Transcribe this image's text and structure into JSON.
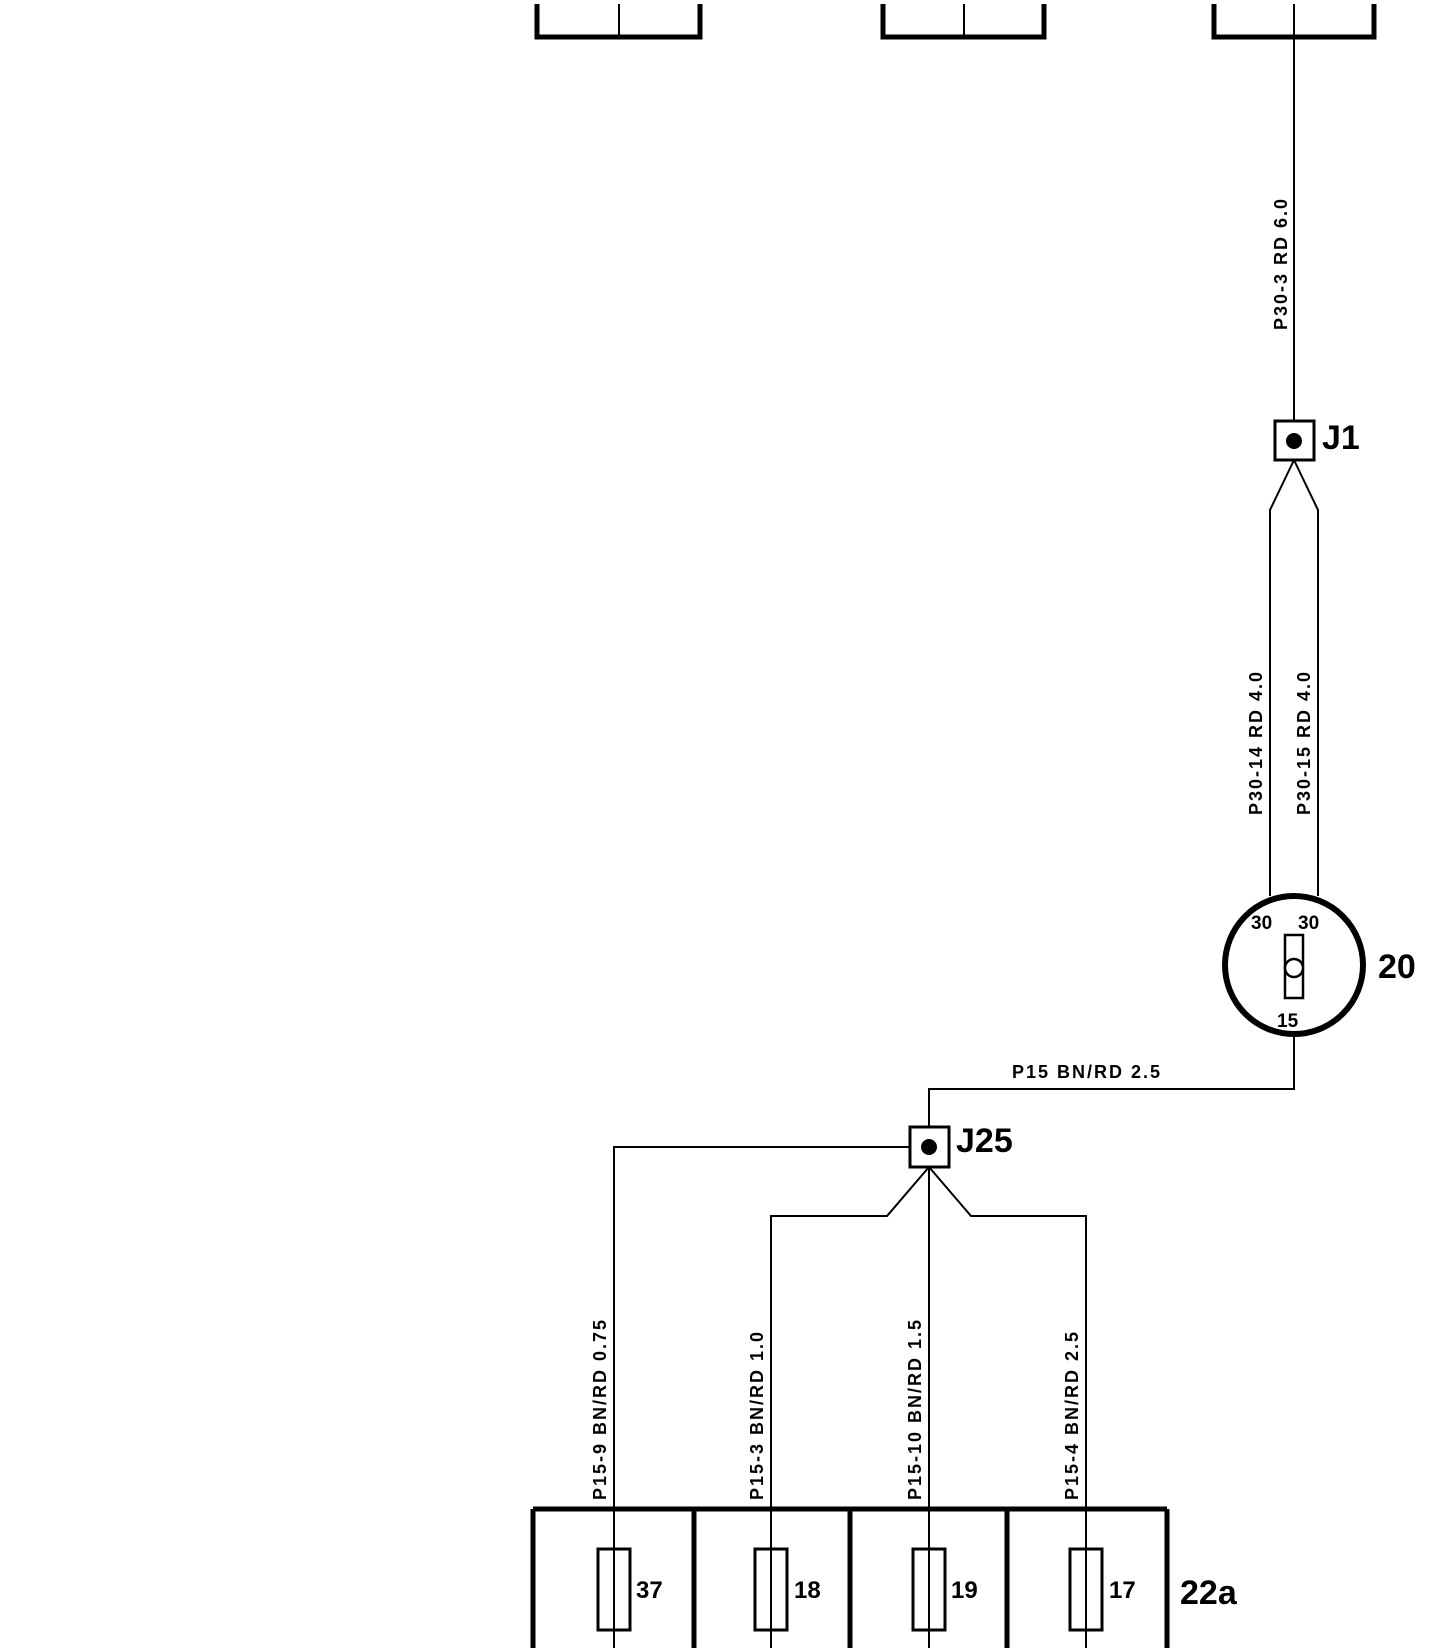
{
  "colors": {
    "line": "#000000",
    "background": "#ffffff"
  },
  "junctions": {
    "j1": "J1",
    "j25": "J25"
  },
  "components": {
    "ignition_switch": {
      "id": "20",
      "pin_30a": "30",
      "pin_30b": "30",
      "pin_15": "15",
      "icon": "key-icon"
    },
    "fuse_box": {
      "id": "22a",
      "fuses": [
        "37",
        "18",
        "19",
        "17"
      ]
    }
  },
  "wires": {
    "p30_3": "P30-3   RD  6.0",
    "p30_14": "P30-14   RD  4.0",
    "p30_15": "P30-15   RD  4.0",
    "p15": "P15   BN/RD  2.5",
    "p15_9": "P15-9   BN/RD 0.75",
    "p15_3": "P15-3   BN/RD  1.0",
    "p15_10": "P15-10   BN/RD  1.5",
    "p15_4": "P15-4   BN/RD  2.5"
  }
}
